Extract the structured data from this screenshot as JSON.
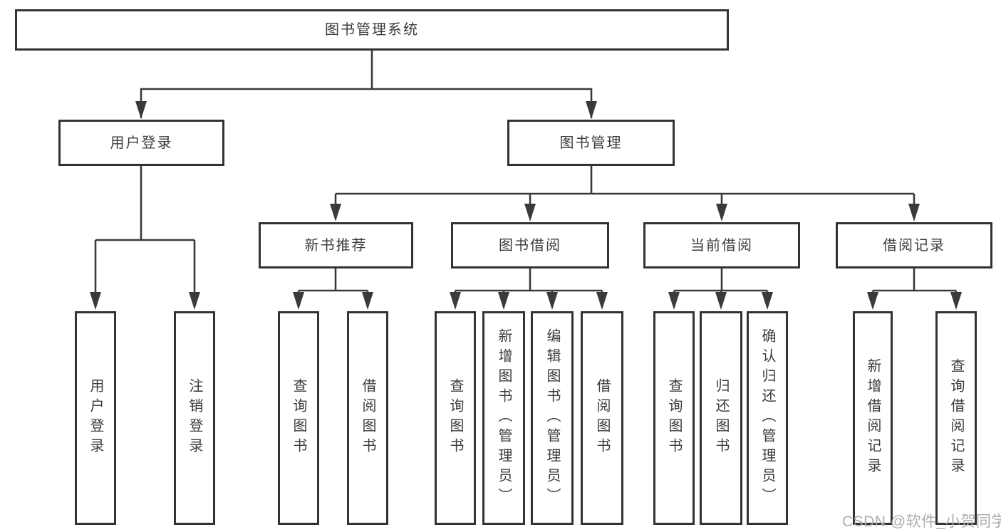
{
  "tree": {
    "label": "图书管理系统",
    "children": [
      {
        "label": "用户登录",
        "children": [
          {
            "label": "用户登录"
          },
          {
            "label": "注销登录"
          }
        ]
      },
      {
        "label": "图书管理",
        "children": [
          {
            "label": "新书推荐",
            "children": [
              {
                "label": "查询图书"
              },
              {
                "label": "借阅图书"
              }
            ]
          },
          {
            "label": "图书借阅",
            "children": [
              {
                "label": "查询图书"
              },
              {
                "label": "新增图书（管理员）"
              },
              {
                "label": "编辑图书（管理员）"
              },
              {
                "label": "借阅图书"
              }
            ]
          },
          {
            "label": "当前借阅",
            "children": [
              {
                "label": "查询图书"
              },
              {
                "label": "归还图书"
              },
              {
                "label": "确认归还（管理员）"
              }
            ]
          },
          {
            "label": "借阅记录",
            "children": [
              {
                "label": "新增借阅记录"
              },
              {
                "label": "查询借阅记录"
              }
            ]
          }
        ]
      }
    ]
  },
  "watermark": {
    "text": "CSDN @软件_小贺同学",
    "color": "#adadad"
  },
  "colors": {
    "line": "#3a3a3a",
    "box_border": "#333333",
    "box_fill": "#ffffff",
    "text": "#3c3c3c",
    "background": "#ffffff"
  }
}
